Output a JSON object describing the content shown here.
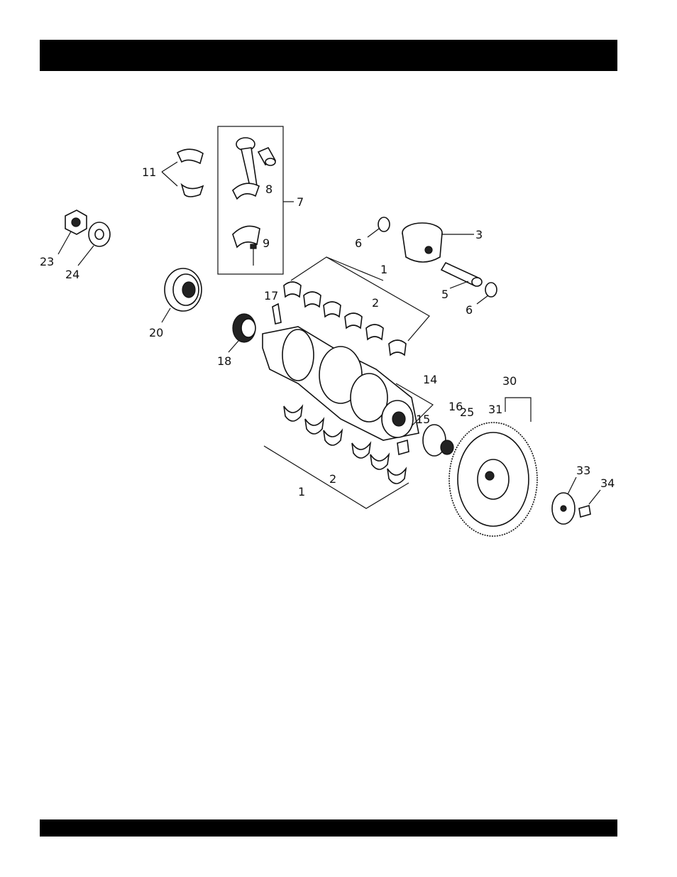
{
  "header_bar": "",
  "footer_bar": "",
  "labels": {
    "l1a": "1",
    "l2a": "2",
    "l3": "3",
    "l5": "5",
    "l6a": "6",
    "l6b": "6",
    "l7": "7",
    "l8": "8",
    "l9": "9",
    "l11": "11",
    "l14": "14",
    "l15": "15",
    "l16": "16",
    "l17": "17",
    "l18": "18",
    "l20": "20",
    "l23": "23",
    "l24": "24",
    "l25": "25",
    "l30": "30",
    "l31": "31",
    "l33": "33",
    "l34": "34",
    "l1b": "1",
    "l2b": "2"
  }
}
